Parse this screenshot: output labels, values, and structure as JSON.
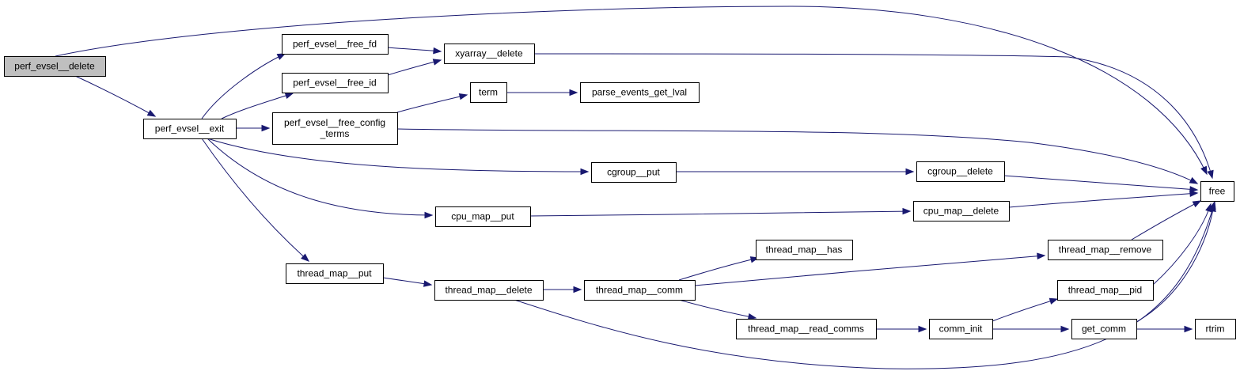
{
  "graph": {
    "title": "",
    "edge_color": "#191970",
    "root_fill": "#bfbfbf",
    "nodes": [
      {
        "id": "perf_evsel__delete",
        "lines": [
          "perf_evsel__delete"
        ]
      },
      {
        "id": "perf_evsel__exit",
        "lines": [
          "perf_evsel__exit"
        ]
      },
      {
        "id": "free",
        "lines": [
          "free"
        ]
      },
      {
        "id": "perf_evsel__free_fd",
        "lines": [
          "perf_evsel__free_fd"
        ]
      },
      {
        "id": "perf_evsel__free_id",
        "lines": [
          "perf_evsel__free_id"
        ]
      },
      {
        "id": "perf_evsel__free_config_terms",
        "lines": [
          "perf_evsel__free_config",
          "_terms"
        ]
      },
      {
        "id": "cgroup__put",
        "lines": [
          "cgroup__put"
        ]
      },
      {
        "id": "cpu_map__put",
        "lines": [
          "cpu_map__put"
        ]
      },
      {
        "id": "thread_map__put",
        "lines": [
          "thread_map__put"
        ]
      },
      {
        "id": "xyarray__delete",
        "lines": [
          "xyarray__delete"
        ]
      },
      {
        "id": "term",
        "lines": [
          "term"
        ]
      },
      {
        "id": "parse_events_get_lval",
        "lines": [
          "parse_events_get_lval"
        ]
      },
      {
        "id": "cgroup__delete",
        "lines": [
          "cgroup__delete"
        ]
      },
      {
        "id": "cpu_map__delete",
        "lines": [
          "cpu_map__delete"
        ]
      },
      {
        "id": "thread_map__delete",
        "lines": [
          "thread_map__delete"
        ]
      },
      {
        "id": "thread_map__comm",
        "lines": [
          "thread_map__comm"
        ]
      },
      {
        "id": "thread_map__has",
        "lines": [
          "thread_map__has"
        ]
      },
      {
        "id": "thread_map__remove",
        "lines": [
          "thread_map__remove"
        ]
      },
      {
        "id": "thread_map__read_comms",
        "lines": [
          "thread_map__read_comms"
        ]
      },
      {
        "id": "comm_init",
        "lines": [
          "comm_init"
        ]
      },
      {
        "id": "thread_map__pid",
        "lines": [
          "thread_map__pid"
        ]
      },
      {
        "id": "get_comm",
        "lines": [
          "get_comm"
        ]
      },
      {
        "id": "rtrim",
        "lines": [
          "rtrim"
        ]
      }
    ],
    "edges": [
      [
        "perf_evsel__delete",
        "free"
      ],
      [
        "perf_evsel__delete",
        "perf_evsel__exit"
      ],
      [
        "perf_evsel__exit",
        "perf_evsel__free_fd"
      ],
      [
        "perf_evsel__exit",
        "perf_evsel__free_id"
      ],
      [
        "perf_evsel__exit",
        "perf_evsel__free_config_terms"
      ],
      [
        "perf_evsel__exit",
        "cgroup__put"
      ],
      [
        "perf_evsel__exit",
        "cpu_map__put"
      ],
      [
        "perf_evsel__exit",
        "thread_map__put"
      ],
      [
        "perf_evsel__free_fd",
        "xyarray__delete"
      ],
      [
        "perf_evsel__free_id",
        "xyarray__delete"
      ],
      [
        "xyarray__delete",
        "free"
      ],
      [
        "perf_evsel__free_config_terms",
        "term"
      ],
      [
        "perf_evsel__free_config_terms",
        "free"
      ],
      [
        "term",
        "parse_events_get_lval"
      ],
      [
        "cgroup__put",
        "cgroup__delete"
      ],
      [
        "cgroup__delete",
        "free"
      ],
      [
        "cpu_map__put",
        "cpu_map__delete"
      ],
      [
        "cpu_map__delete",
        "free"
      ],
      [
        "thread_map__put",
        "thread_map__delete"
      ],
      [
        "thread_map__delete",
        "thread_map__comm"
      ],
      [
        "thread_map__delete",
        "free"
      ],
      [
        "thread_map__comm",
        "thread_map__has"
      ],
      [
        "thread_map__comm",
        "thread_map__remove"
      ],
      [
        "thread_map__comm",
        "thread_map__read_comms"
      ],
      [
        "thread_map__remove",
        "free"
      ],
      [
        "thread_map__read_comms",
        "comm_init"
      ],
      [
        "comm_init",
        "thread_map__pid"
      ],
      [
        "comm_init",
        "get_comm"
      ],
      [
        "thread_map__pid",
        "free"
      ],
      [
        "get_comm",
        "free"
      ],
      [
        "get_comm",
        "rtrim"
      ]
    ]
  }
}
